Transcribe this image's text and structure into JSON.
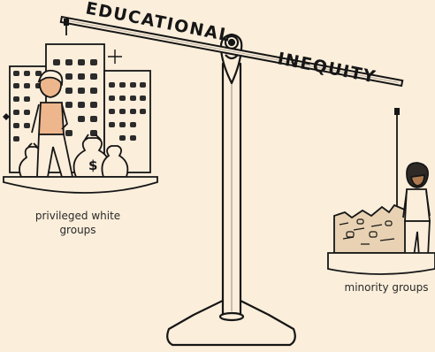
{
  "scale": {
    "beam_word_1": "EDUCATIONAL",
    "beam_word_2": "INEQUITY"
  },
  "left_pan": {
    "caption_line_1": "privileged white",
    "caption_line_2": "groups",
    "bag_symbol": "$"
  },
  "right_pan": {
    "caption": "minority groups"
  },
  "colors": {
    "background": "#fbeedb",
    "ink": "#161616",
    "window": "#2b2b2b",
    "skin": "#eeb68c",
    "rubble": "#e8d2b3"
  }
}
